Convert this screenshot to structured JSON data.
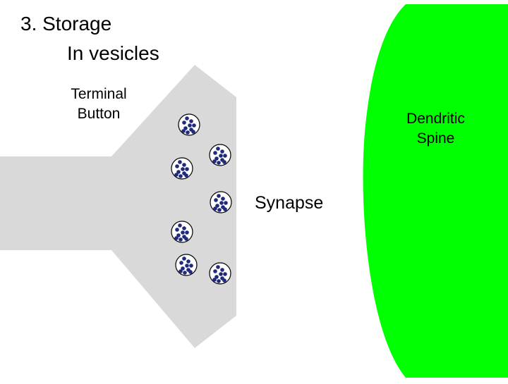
{
  "title": {
    "line1": "3.  Storage",
    "line2": "In vesicles"
  },
  "labels": {
    "terminal_button": "Terminal\nButton",
    "dendritic_spine": "Dendritic\nSpine",
    "synapse": "Synapse"
  },
  "colors": {
    "terminal_fill": "#d9d9d9",
    "spine_fill": "#00ff00",
    "vesicle_fill": "#ffffff",
    "vesicle_stroke": "#000000",
    "neurotransmitter_fill": "#1f2a7a"
  },
  "vesicle_count": 7
}
